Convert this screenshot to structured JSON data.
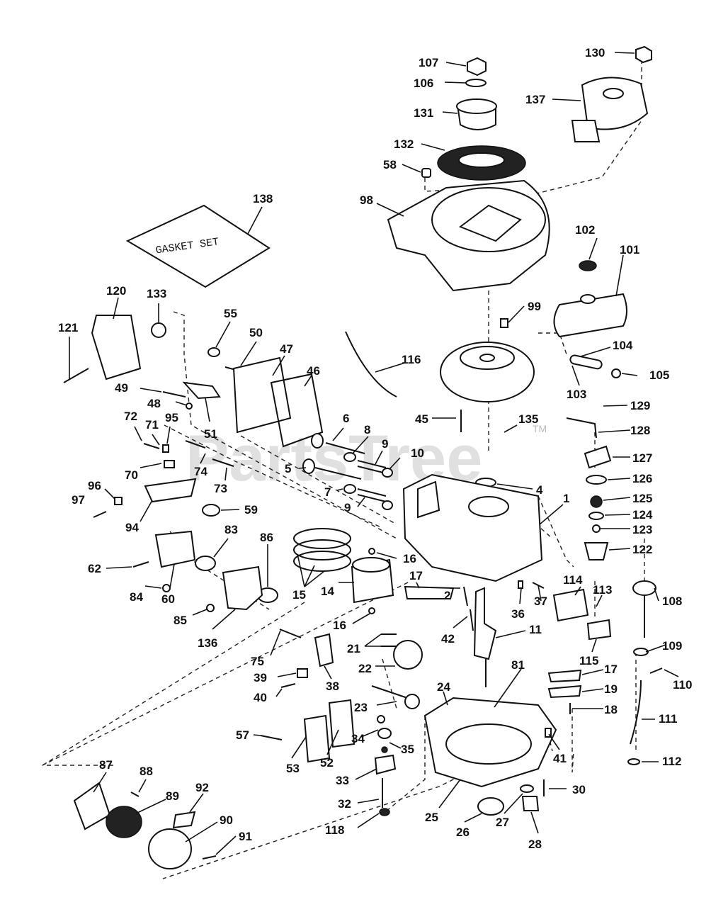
{
  "watermark": {
    "text": "PartsTree",
    "tm": "TM"
  },
  "gasket_box": {
    "text": "GASKET SET"
  },
  "callouts": [
    "107",
    "106",
    "131",
    "132",
    "58",
    "130",
    "137",
    "98",
    "138",
    "102",
    "101",
    "120",
    "133",
    "99",
    "121",
    "55",
    "50",
    "47",
    "46",
    "116",
    "104",
    "105",
    "103",
    "49",
    "48",
    "51",
    "45",
    "135",
    "129",
    "72",
    "71",
    "95",
    "6",
    "8",
    "128",
    "9",
    "10",
    "127",
    "70",
    "74",
    "5",
    "126",
    "96",
    "97",
    "73",
    "7",
    "9",
    "4",
    "1",
    "125",
    "94",
    "59",
    "124",
    "83",
    "123",
    "62",
    "86",
    "16",
    "122",
    "84",
    "60",
    "15",
    "14",
    "17",
    "2",
    "114",
    "113",
    "85",
    "136",
    "108",
    "36",
    "37",
    "16",
    "42",
    "11",
    "21",
    "75",
    "109",
    "39",
    "38",
    "22",
    "81",
    "17",
    "115",
    "110",
    "40",
    "24",
    "19",
    "23",
    "18",
    "57",
    "34",
    "111",
    "53",
    "52",
    "35",
    "41",
    "33",
    "112",
    "87",
    "88",
    "89",
    "92",
    "32",
    "30",
    "25",
    "90",
    "91",
    "118",
    "26",
    "27",
    "28"
  ]
}
